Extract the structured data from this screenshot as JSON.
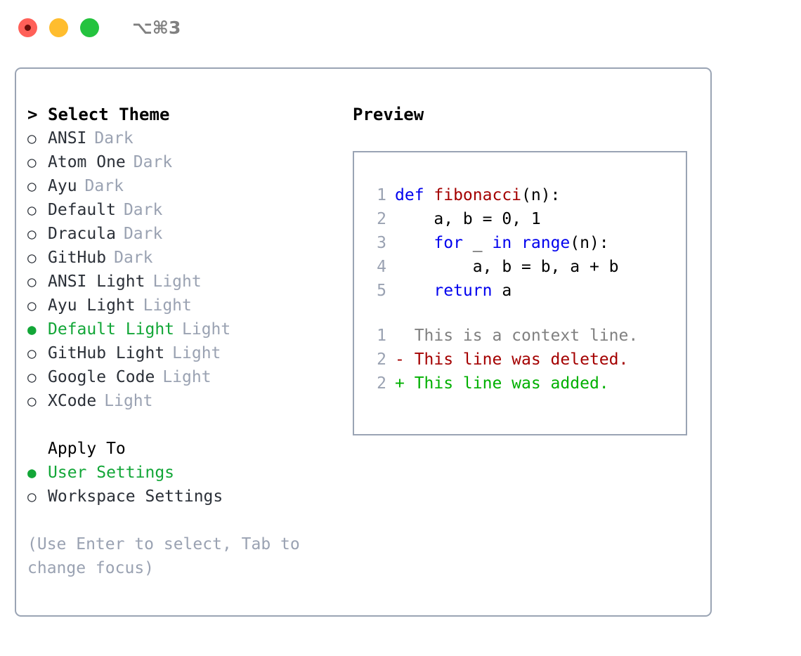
{
  "titlebar": {
    "shortcut": "⌥⌘3",
    "buttons": [
      {
        "name": "close",
        "color": "#ff6058"
      },
      {
        "name": "minimize",
        "color": "#ffbd2e"
      },
      {
        "name": "maximize",
        "color": "#24c33e"
      }
    ]
  },
  "theme_picker": {
    "header_marker": ">",
    "header": "Select Theme",
    "radio_off": "○",
    "radio_on": "●",
    "items": [
      {
        "label": "ANSI",
        "tag": "Dark",
        "selected": false
      },
      {
        "label": "Atom One",
        "tag": "Dark",
        "selected": false
      },
      {
        "label": "Ayu",
        "tag": "Dark",
        "selected": false
      },
      {
        "label": "Default",
        "tag": "Dark",
        "selected": false
      },
      {
        "label": "Dracula",
        "tag": "Dark",
        "selected": false
      },
      {
        "label": "GitHub",
        "tag": "Dark",
        "selected": false
      },
      {
        "label": "ANSI Light",
        "tag": "Light",
        "selected": false
      },
      {
        "label": "Ayu Light",
        "tag": "Light",
        "selected": false
      },
      {
        "label": "Default Light",
        "tag": "Light",
        "selected": true
      },
      {
        "label": "GitHub Light",
        "tag": "Light",
        "selected": false
      },
      {
        "label": "Google Code",
        "tag": "Light",
        "selected": false
      },
      {
        "label": "XCode",
        "tag": "Light",
        "selected": false
      }
    ]
  },
  "apply_to": {
    "header": "Apply To",
    "items": [
      {
        "label": "User Settings",
        "selected": true
      },
      {
        "label": "Workspace Settings",
        "selected": false
      }
    ]
  },
  "hint": "(Use Enter to select, Tab to change focus)",
  "preview": {
    "title": "Preview",
    "code_lines": [
      {
        "num": "1",
        "tokens": [
          {
            "text": "def ",
            "style": "kw"
          },
          {
            "text": "fibonacci",
            "style": "fn"
          },
          {
            "text": "(n):",
            "style": "txt"
          }
        ]
      },
      {
        "num": "2",
        "tokens": [
          {
            "text": "    a, b = 0, 1",
            "style": "txt"
          }
        ]
      },
      {
        "num": "3",
        "tokens": [
          {
            "text": "    ",
            "style": "txt"
          },
          {
            "text": "for",
            "style": "kw"
          },
          {
            "text": " _ ",
            "style": "txt"
          },
          {
            "text": "in range",
            "style": "kw"
          },
          {
            "text": "(n):",
            "style": "txt"
          }
        ]
      },
      {
        "num": "4",
        "tokens": [
          {
            "text": "        a, b = b, a + b",
            "style": "txt"
          }
        ]
      },
      {
        "num": "5",
        "tokens": [
          {
            "text": "    ",
            "style": "txt"
          },
          {
            "text": "return",
            "style": "kw"
          },
          {
            "text": " a",
            "style": "txt"
          }
        ]
      }
    ],
    "diff_lines": [
      {
        "num": "1",
        "marker": "  ",
        "text": "This is a context line.",
        "style": "ctx"
      },
      {
        "num": "2",
        "marker": "- ",
        "text": "This line was deleted.",
        "style": "del"
      },
      {
        "num": "2",
        "marker": "+ ",
        "text": "This line was added.",
        "style": "add"
      }
    ]
  },
  "colors": {
    "border": "#9aa4b4",
    "accent_green": "#12a637",
    "muted": "#9aa2b2",
    "keyword_blue": "#0000ee",
    "function_red": "#a40000",
    "diff_add": "#00b000",
    "diff_del": "#a40000"
  }
}
